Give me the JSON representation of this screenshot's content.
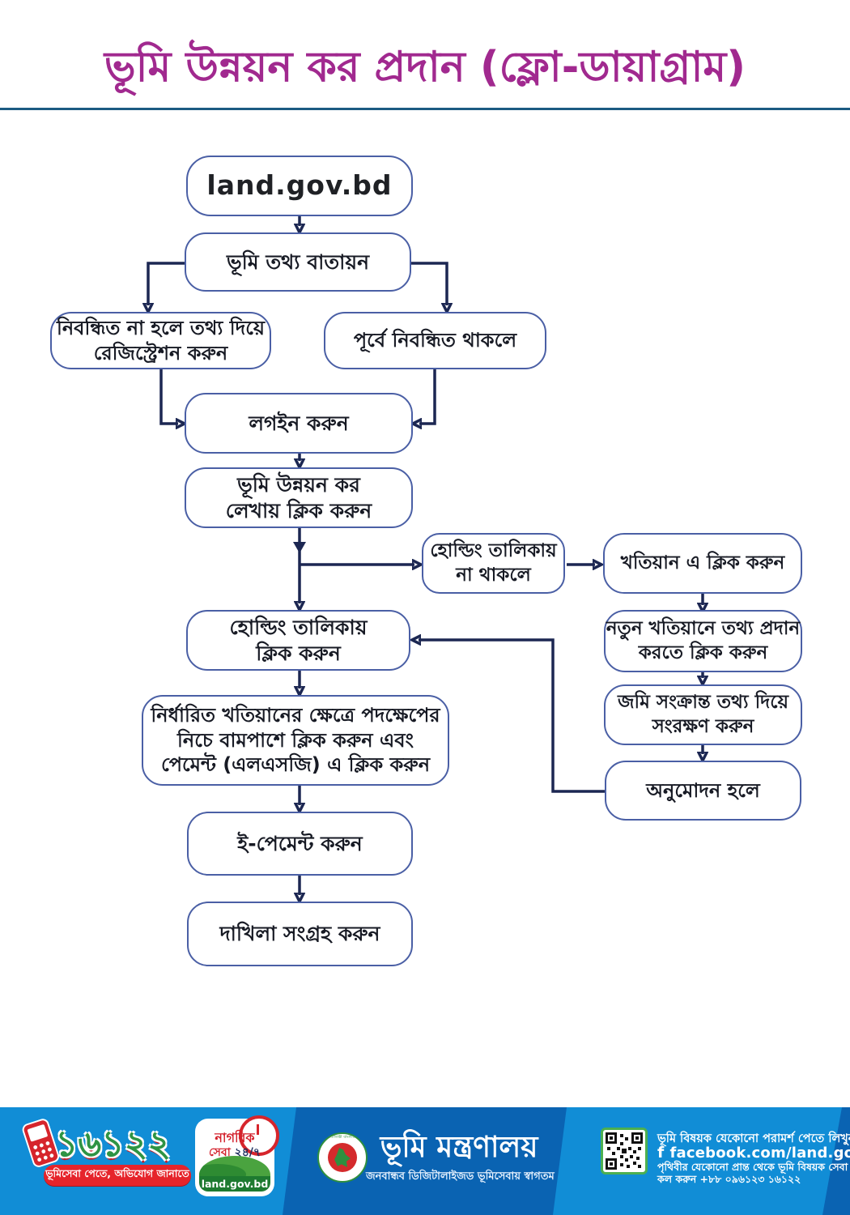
{
  "title": "ভূমি উন্নয়ন কর প্রদান (ফ্লো-ডায়াগ্রাম)",
  "flowchart": {
    "nodes": {
      "start": {
        "label": "land.gov.bd"
      },
      "portal": {
        "label": "ভূমি তথ্য বাতায়ন"
      },
      "register": {
        "label": "নিবন্ধিত না হলে তথ্য দিয়ে\nরেজিস্ট্রেশন করুন"
      },
      "registered": {
        "label": "পূর্বে নিবন্ধিত থাকলে"
      },
      "login": {
        "label": "লগইন করুন"
      },
      "ldt_click": {
        "label": "ভূমি উন্নয়ন কর\nলেখায় ক্লিক করুন"
      },
      "not_in_holding": {
        "label": "হোল্ডিং তালিকায়\nনা থাকলে"
      },
      "khatian_click": {
        "label": "খতিয়ান এ ক্লিক করুন"
      },
      "holding_click": {
        "label": "হোল্ডিং তালিকায়\nক্লিক করুন"
      },
      "new_khatian": {
        "label": "নতুন খতিয়ানে তথ্য প্রদান\nকরতে ক্লিক করুন"
      },
      "land_info": {
        "label": "জমি সংক্রান্ত তথ্য দিয়ে\nসংরক্ষণ করুন"
      },
      "approved": {
        "label": "অনুমোদন হলে"
      },
      "payment_lsg": {
        "label": "নির্ধারিত খতিয়ানের ক্ষেত্রে পদক্ষেপের\nনিচে বামপাশে ক্লিক করুন এবং\nপেমেন্ট (এলএসজি) এ ক্লিক করুন"
      },
      "epayment": {
        "label": "ই-পেমেন্ট করুন"
      },
      "dakhila": {
        "label": "দাখিলা সংগ্রহ করুন"
      }
    }
  },
  "footer": {
    "hotline": {
      "number": "১৬১২২",
      "tagline": "ভূমিসেবা পেতে, অভিযোগ জানাতে"
    },
    "citizen_badge": {
      "line1": "নাগরিক",
      "line2a": "সেবা",
      "line2b": "২৪/৭",
      "site": "land.gov.bd"
    },
    "seal_text": "গণপ্রজাতন্ত্রী বাংলাদেশ সরকার",
    "ministry": {
      "name": "ভূমি মন্ত্রণালয়",
      "tagline": "জনবান্ধব ডিজিটালাইজড ভূমিসেবায় স্বাগতম"
    },
    "contact": {
      "line1": "ভূমি বিষয়ক যেকোনো পরামর্শ পেতে লিখুন",
      "facebook_icon": "f",
      "facebook": "facebook.com/land.gov.bd",
      "line3": "পৃথিবীর যেকোনো প্রান্ত থেকে ভূমি বিষয়ক সেবা পেতে",
      "line4": "কল করুন +৮৮ ০৯৬১২৩ ১৬১২২"
    }
  },
  "colors": {
    "title_magenta": "#a1298f",
    "rule_teal": "#1b5b82",
    "box_border_blue": "#4a5fa5",
    "arrow_navy": "#1c2752",
    "footer_light_blue": "#118dd6",
    "footer_dark_blue": "#0a63b2",
    "brand_red": "#e6242b",
    "brand_green": "#2e9444"
  }
}
